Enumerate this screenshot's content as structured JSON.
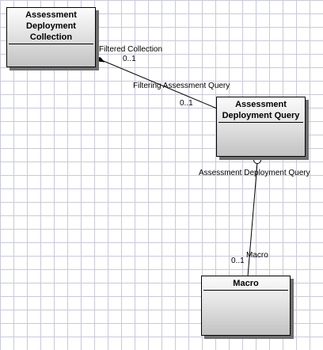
{
  "classes": {
    "collection": {
      "name": "Assessment Deployment Collection"
    },
    "query": {
      "name": "Assessment Deployment Query"
    },
    "macro": {
      "name": "Macro"
    }
  },
  "associations": {
    "collection_query": {
      "end_collection_role": "Filtered Collection",
      "end_collection_multiplicity": "0..1",
      "end_query_role": "Filtering Assessment Query",
      "end_query_multiplicity": "0..1"
    },
    "query_macro": {
      "end_query_role": "Assessment Deployment Query",
      "end_macro_role": "Macro",
      "end_macro_multiplicity": "0..1"
    }
  }
}
